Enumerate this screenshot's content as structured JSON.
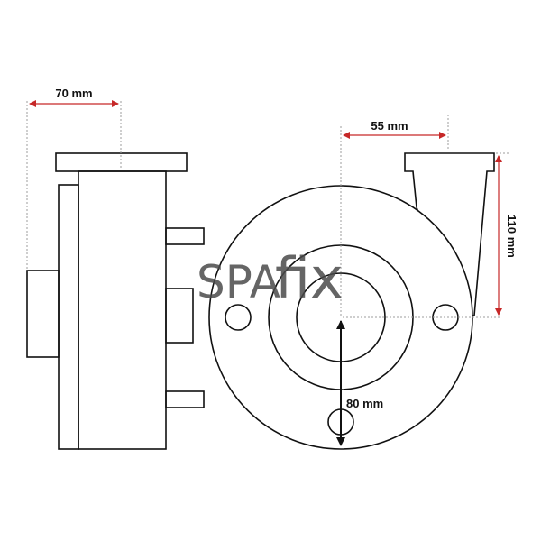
{
  "dimensions": {
    "width_left": "70 mm",
    "width_right": "55 mm",
    "height": "110 mm",
    "radius": "80 mm"
  },
  "watermark": {
    "text_left": "SPA",
    "text_right": "fix"
  },
  "colors": {
    "line": "#111111",
    "dim_line": "#c62828",
    "guide": "#9e9e9e"
  }
}
